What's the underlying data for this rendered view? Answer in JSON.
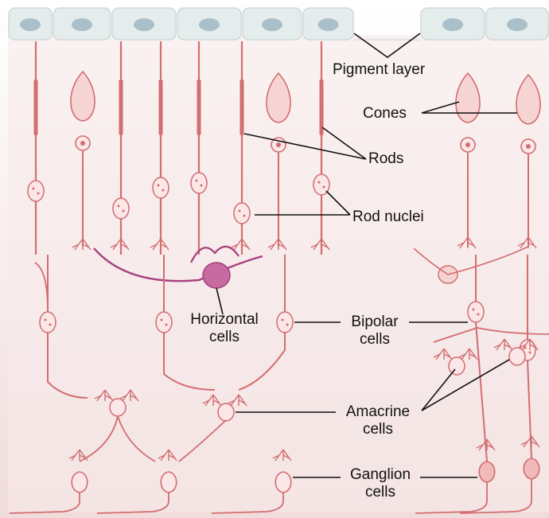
{
  "colors": {
    "background_top": "#ffffff",
    "background_bottom": "#f1dcdc",
    "pigment_cell": "#e4ecec",
    "pigment_nucleus": "#9fb8c6",
    "neuron_stroke": "#d36d70",
    "neuron_fill": "#f6d4d4",
    "nucleus_fill": "#fbe7e7",
    "horizontal_cell": "#a6407d",
    "horizontal_cell_body": "#c76aa0",
    "leader_line": "#111111"
  },
  "labels": {
    "pigment_layer": "Pigment layer",
    "cones": "Cones",
    "rods": "Rods",
    "rod_nuclei": "Rod nuclei",
    "horizontal_cells_line1": "Horizontal",
    "horizontal_cells_line2": "cells",
    "bipolar_cells_line1": "Bipolar",
    "bipolar_cells_line2": "cells",
    "amacrine_cells_line1": "Amacrine",
    "amacrine_cells_line2": "cells",
    "ganglion_cells_line1": "Ganglion",
    "ganglion_cells_line2": "cells"
  }
}
